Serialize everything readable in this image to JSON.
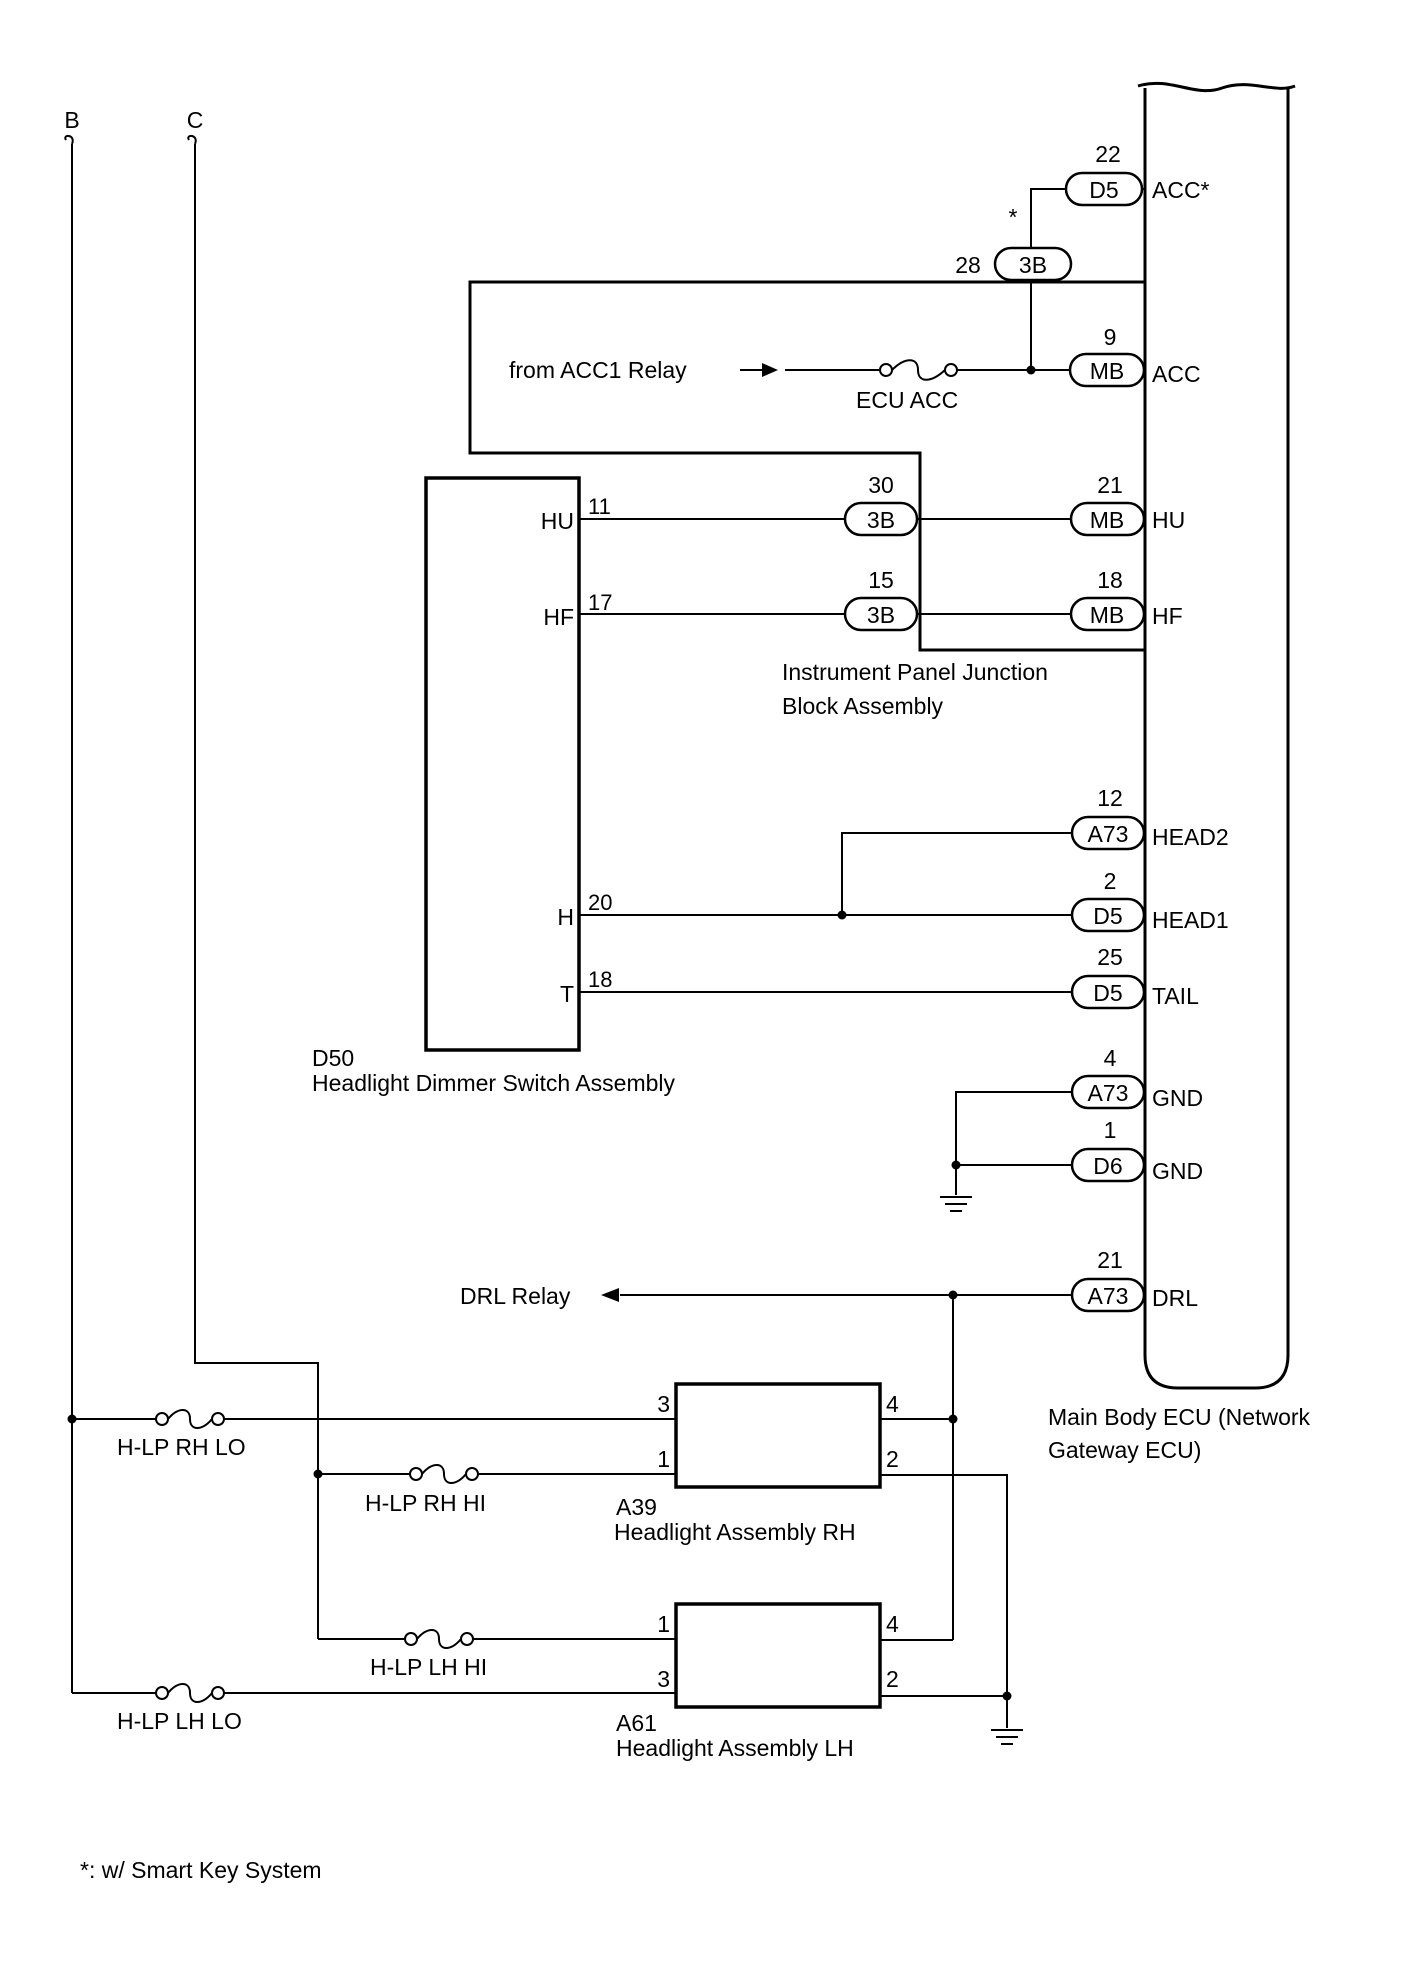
{
  "ecu": {
    "name_line1": "Main Body ECU (Network",
    "name_line2": "Gateway ECU)",
    "pins": {
      "acc_star": "ACC*",
      "acc": "ACC",
      "hu": "HU",
      "hf": "HF",
      "head2": "HEAD2",
      "head1": "HEAD1",
      "tail": "TAIL",
      "gnd1": "GND",
      "gnd2": "GND",
      "drl": "DRL"
    }
  },
  "connectors": {
    "d5_acc": {
      "code": "D5",
      "pin": "22"
    },
    "jb_3b_acc": {
      "code": "3B",
      "pin": "28",
      "mark": "*"
    },
    "mb_acc": {
      "code": "MB",
      "pin": "9"
    },
    "jb_3b_hu": {
      "code": "3B",
      "pin": "30"
    },
    "mb_hu": {
      "code": "MB",
      "pin": "21"
    },
    "jb_3b_hf": {
      "code": "3B",
      "pin": "15"
    },
    "mb_hf": {
      "code": "MB",
      "pin": "18"
    },
    "a73_head2": {
      "code": "A73",
      "pin": "12"
    },
    "d5_head1": {
      "code": "D5",
      "pin": "2"
    },
    "d5_tail": {
      "code": "D5",
      "pin": "25"
    },
    "a73_gnd": {
      "code": "A73",
      "pin": "4"
    },
    "d6_gnd": {
      "code": "D6",
      "pin": "1"
    },
    "a73_drl": {
      "code": "A73",
      "pin": "21"
    }
  },
  "junction_block": {
    "line1": "Instrument Panel Junction",
    "line2": "Block Assembly"
  },
  "acc_source": {
    "label": "from ACC1 Relay",
    "fuse": "ECU ACC"
  },
  "dimmer_switch": {
    "code": "D50",
    "name": "Headlight Dimmer Switch Assembly",
    "pins": [
      {
        "name": "HU",
        "num": "11"
      },
      {
        "name": "HF",
        "num": "17"
      },
      {
        "name": "H",
        "num": "20"
      },
      {
        "name": "T",
        "num": "18"
      }
    ]
  },
  "drl_relay": "DRL Relay",
  "offpage": {
    "b": "B",
    "c": "C"
  },
  "fuses": {
    "rh_lo": "H-LP RH LO",
    "rh_hi": "H-LP RH HI",
    "lh_hi": "H-LP LH HI",
    "lh_lo": "H-LP LH LO"
  },
  "headlight_rh": {
    "code": "A39",
    "name": "Headlight Assembly RH",
    "pins": {
      "p3": "3",
      "p1": "1",
      "p4": "4",
      "p2": "2"
    }
  },
  "headlight_lh": {
    "code": "A61",
    "name": "Headlight Assembly LH",
    "pins": {
      "p1": "1",
      "p3": "3",
      "p4": "4",
      "p2": "2"
    }
  },
  "footnote": "*: w/ Smart Key System"
}
